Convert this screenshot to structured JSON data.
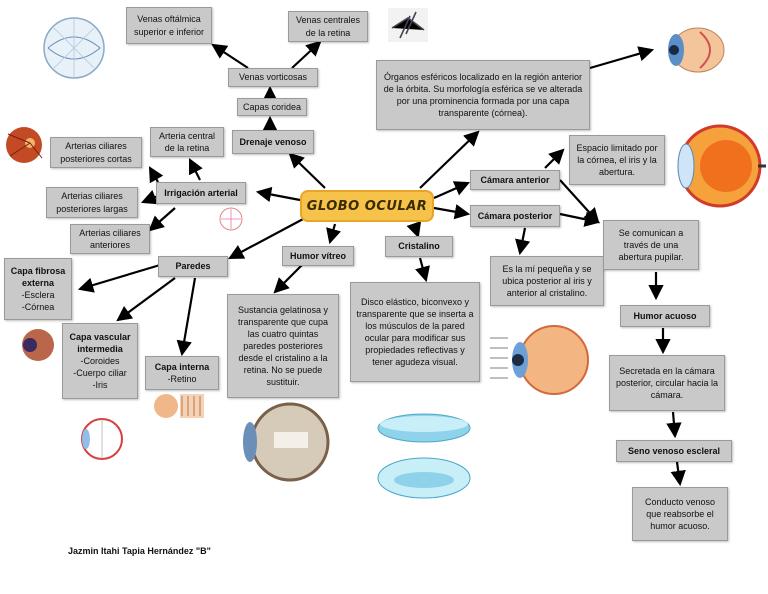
{
  "center": "GLOBO OCULAR",
  "nodes": {
    "drenaje_venoso": "Drenaje venoso",
    "capas_coridea": "Capas coridea",
    "venas_vorticosas": "Venas vorticosas",
    "venas_oftalmica": "Venas oftálmica superior e inferior",
    "venas_centrales": "Venas centrales de la retina",
    "irrigacion_arterial": "Irrigación arterial",
    "arteria_central": "Arteria central de la retina",
    "arterias_cortas": "Arterias ciliares posteriores cortas",
    "arterias_largas": "Arterias ciliares posteriores largas",
    "arterias_anteriores": "Arterias ciliares anteriores",
    "paredes": "Paredes",
    "capa_fibrosa_title": "Capa fibrosa externa",
    "capa_fibrosa_items": "-Esclera\n-Córnea",
    "capa_vascular_title": "Capa vascular intermedia",
    "capa_vascular_items": "-Coroides\n-Cuerpo ciliar\n-Iris",
    "capa_interna_title": "Capa interna",
    "capa_interna_items": "-Retino",
    "humor_vitreo": "Humor vítreo",
    "humor_vitreo_desc": "Sustancia gelatinosa y transparente que cupa las cuatro quintas paredes posteriores desde el cristalino a la retina. No se puede sustituir.",
    "cristalino": "Cristalino",
    "cristalino_desc": "Disco elástico, biconvexo y transparente que se inserta a los músculos de la pared ocular para modificar sus propiedades reflectivas y tener agudeza visual.",
    "organos_desc": "Órganos esféricos localizado en la región anterior de la órbita. Su morfología esférica se ve alterada por una prominencia formada por una capa transparente (córnea).",
    "camara_anterior": "Cámara anterior",
    "camara_anterior_desc": "Espacio limitado por la córnea, el iris y la abertura.",
    "camara_posterior": "Cámara posterior",
    "camara_posterior_desc": "Es la mí pequeña y se ubica posterior al iris y anterior al cristalino.",
    "comunican": "Se comunican a través de una abertura pupilar.",
    "humor_acuoso": "Humor acuoso",
    "humor_acuoso_desc": "Secretada en la cámara posterior, circular hacia la cámara.",
    "seno_venoso": "Seno venoso escleral",
    "seno_venoso_desc": "Conducto venoso que reabsorbe el humor acuoso."
  },
  "author": "Jazmin Itahi Tapia Hernández  \"B\""
}
